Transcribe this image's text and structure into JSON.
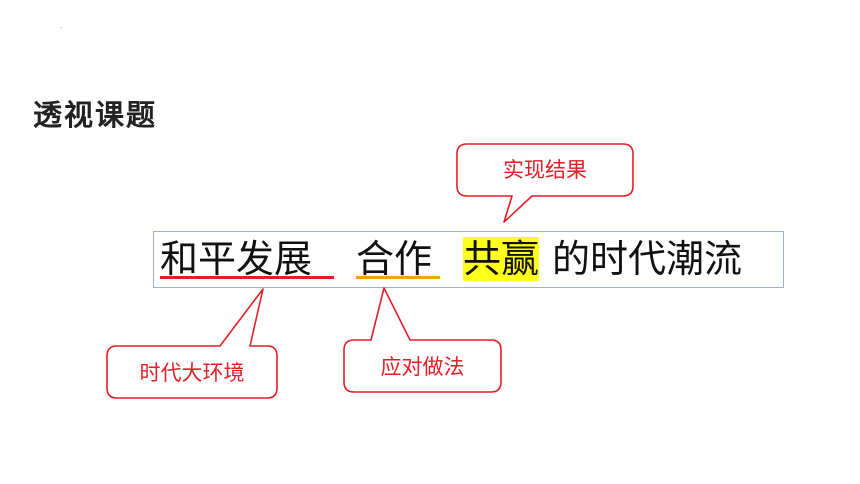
{
  "colors": {
    "callout_outline": "#e41e26",
    "highlight": "#ffff1a",
    "underline_red": "#e41e26",
    "underline_gold": "#e8a614",
    "box_border": "#9bb2d6"
  },
  "slide": {
    "title": "透视课题",
    "corner_mark": "·"
  },
  "sentence": {
    "segments": [
      "和平发展",
      "合作",
      "共赢",
      "的时代潮流"
    ],
    "highlighted_segment": "共赢"
  },
  "callouts": [
    {
      "label": "实现结果",
      "points_to": "共赢"
    },
    {
      "label": "时代大环境",
      "points_to": "和平发展"
    },
    {
      "label": "应对做法",
      "points_to": "合作"
    }
  ]
}
